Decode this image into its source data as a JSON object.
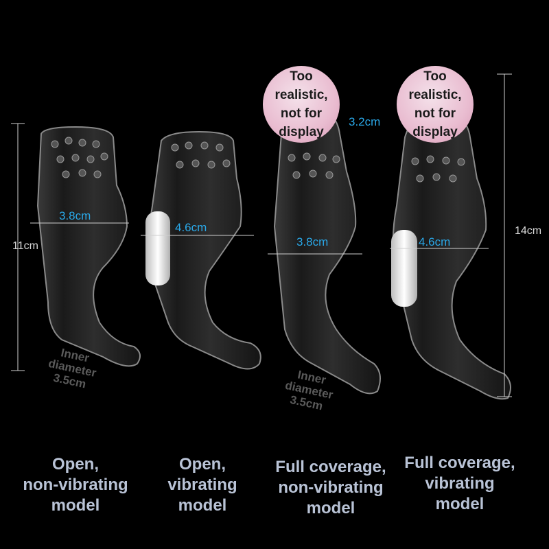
{
  "dimensions": {
    "height_short": "11cm",
    "height_long": "14cm",
    "tip_width": "3.2cm",
    "width_open_nonvib": "3.8cm",
    "width_open_vib": "4.6cm",
    "width_full_nonvib": "3.8cm",
    "width_full_vib": "4.6cm",
    "inner_diameter_1": "Inner\ndiameter\n3.5cm",
    "inner_diameter_2": "Inner\ndiameter\n3.5cm"
  },
  "badges": [
    {
      "text": "Too\nrealistic,\nnot for\ndisplay"
    },
    {
      "text": "Too\nrealistic,\nnot for\ndisplay"
    }
  ],
  "captions": [
    {
      "text": "Open,\nnon-vibrating\nmodel"
    },
    {
      "text": "Open,\nvibrating\nmodel"
    },
    {
      "text": "Full coverage,\nnon-vibrating\nmodel"
    },
    {
      "text": "Full coverage,\nvibrating\nmodel"
    }
  ],
  "colors": {
    "background": "#000000",
    "measure": "#2aa8e8",
    "caption": "#b9c3d6",
    "badge": "#e9bcd0"
  }
}
